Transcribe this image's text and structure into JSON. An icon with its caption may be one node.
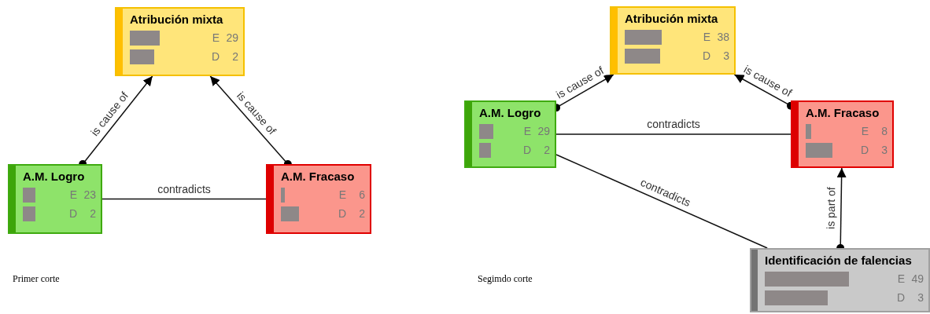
{
  "diagram": {
    "nodes": [
      {
        "text": [
          "Atribución mixta",
          "E",
          "29",
          "D",
          "2"
        ]
      },
      {
        "text": [
          "A.M. Logro",
          "E",
          "23",
          "D",
          "2"
        ]
      },
      {
        "text": [
          "A.M. Fracaso",
          "E",
          "6",
          "D",
          "2"
        ]
      },
      {
        "text": [
          "Atribución mixta",
          "E",
          "38",
          "D",
          "3"
        ]
      },
      {
        "text": [
          "A.M. Logro",
          "E",
          "29",
          "D",
          "2"
        ]
      },
      {
        "text": [
          "A.M. Fracaso",
          "E",
          "8",
          "D",
          "3"
        ]
      },
      {
        "text": [
          "Identificación de falencias",
          "E",
          "49",
          "D",
          "3"
        ]
      }
    ],
    "edges": [
      {
        "from": 1,
        "to": 0,
        "arrow": "to",
        "label": "is cause of"
      },
      {
        "from": 2,
        "to": 0,
        "arrow": "to",
        "label": "is cause of"
      },
      {
        "from": 1,
        "to": 2,
        "arrow": "none",
        "label": "contradicts"
      },
      {
        "from": 4,
        "to": 3,
        "arrow": "to",
        "label": "is cause of"
      },
      {
        "from": 5,
        "to": 3,
        "arrow": "to",
        "label": "is cause of"
      },
      {
        "from": 4,
        "to": 5,
        "arrow": "none",
        "label": "contradicts"
      },
      {
        "from": 4,
        "to": 6,
        "arrow": "none",
        "label": "contradicts"
      },
      {
        "from": 6,
        "to": 5,
        "arrow": "to",
        "label": "is part of"
      }
    ],
    "labels": [
      "Primer corte",
      "Segimdo corte"
    ]
  }
}
